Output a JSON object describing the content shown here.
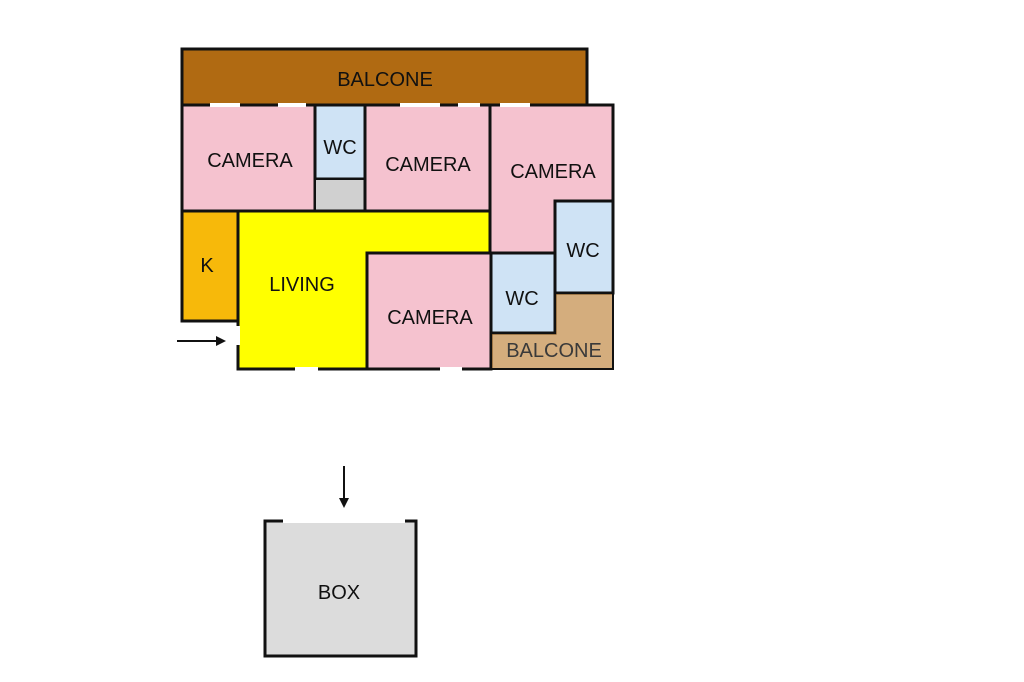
{
  "rooms": {
    "balcone_top": {
      "label": "BALCONE",
      "color": "#b06a12"
    },
    "camera_1": {
      "label": "CAMERA",
      "color": "#f5c2cf"
    },
    "wc_1": {
      "label": "WC",
      "color": "#cfe3f5"
    },
    "camera_2": {
      "label": "CAMERA",
      "color": "#f5c2cf"
    },
    "camera_3": {
      "label": "CAMERA",
      "color": "#f5c2cf"
    },
    "kitchen": {
      "label": "K",
      "color": "#f7b90a"
    },
    "living": {
      "label": "LIVING",
      "color": "#ffff00"
    },
    "camera_4": {
      "label": "CAMERA",
      "color": "#f5c2cf"
    },
    "wc_2": {
      "label": "WC",
      "color": "#cfe3f5"
    },
    "wc_3": {
      "label": "WC",
      "color": "#cfe3f5"
    },
    "balcone_small": {
      "label": "BALCONE",
      "color": "#b06a12"
    },
    "box": {
      "label": "BOX",
      "color": "#dcdcdc"
    }
  },
  "colors": {
    "wall": "#111111",
    "hall": "#d0d0d0"
  }
}
